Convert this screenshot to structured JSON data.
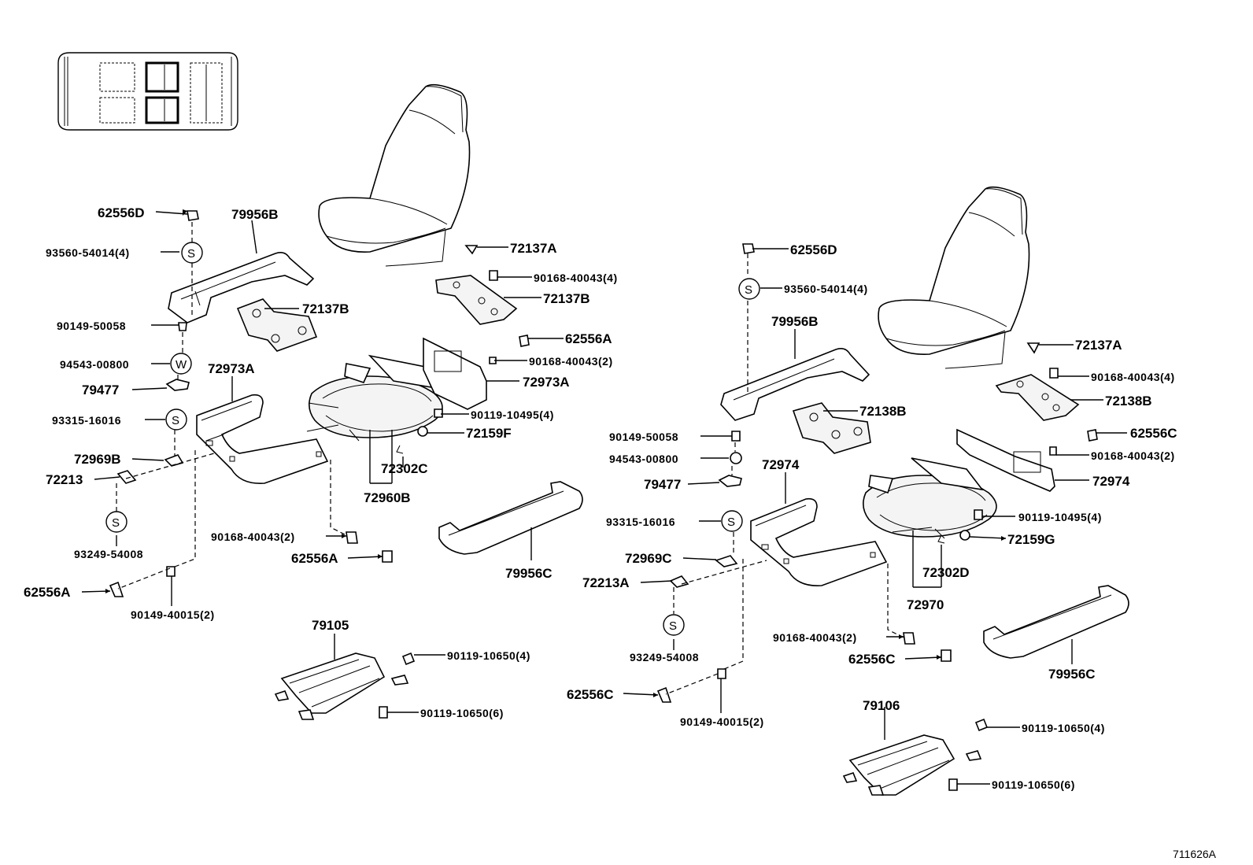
{
  "figure_ref": "711626A",
  "symbols": {
    "s": "S",
    "w": "W"
  },
  "callouts": {
    "a_62556D": "62556D",
    "a_79956B": "79956B",
    "a_93560": "93560-54014(4)",
    "a_72137B": "72137B",
    "a_90149_50058": "90149-50058",
    "a_94543": "94543-00800",
    "a_79477": "79477",
    "a_72973A_l": "72973A",
    "a_93315": "93315-16016",
    "a_72969B": "72969B",
    "a_72213": "72213",
    "a_93249": "93249-54008",
    "a_62556A_l": "62556A",
    "a_90149_40015": "90149-40015(2)",
    "a_90168_40043_2": "90168-40043(2)",
    "a_62556A_m": "62556A",
    "a_79105": "79105",
    "a_90119_10650_4": "90119-10650(4)",
    "a_90119_10650_6": "90119-10650(6)",
    "a_79956C": "79956C",
    "a_72960B": "72960B",
    "a_72302C": "72302C",
    "a_72159F": "72159F",
    "a_90119_10495": "90119-10495(4)",
    "a_72973A_r": "72973A",
    "a_90168_40043_2b": "90168-40043(2)",
    "a_62556A_t": "62556A",
    "a_72137B_t": "72137B",
    "a_90168_40043_4": "90168-40043(4)",
    "a_72137A": "72137A",
    "b_62556D": "62556D",
    "b_93560": "93560-54014(4)",
    "b_79956B": "79956B",
    "b_72138B": "72138B",
    "b_90149_50058": "90149-50058",
    "b_94543": "94543-00800",
    "b_79477": "79477",
    "b_72974_l": "72974",
    "b_93315": "93315-16016",
    "b_72969C": "72969C",
    "b_72213A": "72213A",
    "b_93249": "93249-54008",
    "b_62556C_l": "62556C",
    "b_90149_40015": "90149-40015(2)",
    "b_90168_40043_2": "90168-40043(2)",
    "b_62556C_m": "62556C",
    "b_79106": "79106",
    "b_90119_10650_4": "90119-10650(4)",
    "b_90119_10650_6": "90119-10650(6)",
    "b_79956C": "79956C",
    "b_72970": "72970",
    "b_72302D": "72302D",
    "b_72159G": "72159G",
    "b_90119_10495": "90119-10495(4)",
    "b_72974_r": "72974",
    "b_90168_40043_2b": "90168-40043(2)",
    "b_62556C_t": "62556C",
    "b_72138B_t": "72138B",
    "b_90168_40043_4": "90168-40043(4)",
    "b_72137A": "72137A"
  }
}
